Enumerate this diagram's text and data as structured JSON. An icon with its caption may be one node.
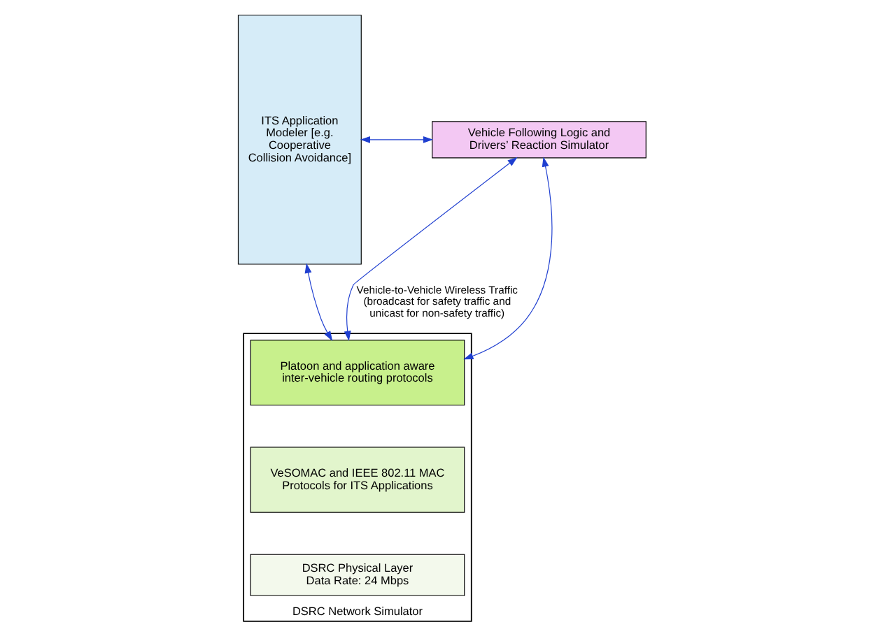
{
  "diagram": {
    "nodes": [
      {
        "text": [
          "ITS Application Modeler [e.g. Cooperative Collision Avoidance]"
        ]
      },
      {
        "text": [
          "Vehicle Following Logic and Drivers’ Reaction Simulator"
        ]
      },
      {
        "text": [
          "DSRC Network Simulator"
        ]
      },
      {
        "text": [
          "Platoon and application aware inter-vehicle routing protocols"
        ],
        "in": 2
      },
      {
        "text": [
          "VeSOMAC and IEEE 802.11 MAC Protocols for ITS Applications"
        ],
        "in": 2
      },
      {
        "text": [
          "DSRC Physical Layer",
          "Data Rate: 24 Mbps"
        ],
        "in": 2
      }
    ],
    "edges": [
      {
        "from": 0,
        "to": 1,
        "arrow": "both"
      },
      {
        "from": 1,
        "to": 3,
        "arrow": "both",
        "label": "Vehicle-to-Vehicle Wireless Traffic (broadcast for safety traffic and unicast for non-safety traffic)"
      },
      {
        "from": 1,
        "to": 3,
        "arrow": "both"
      },
      {
        "from": 0,
        "to": 3,
        "arrow": "both"
      }
    ]
  }
}
